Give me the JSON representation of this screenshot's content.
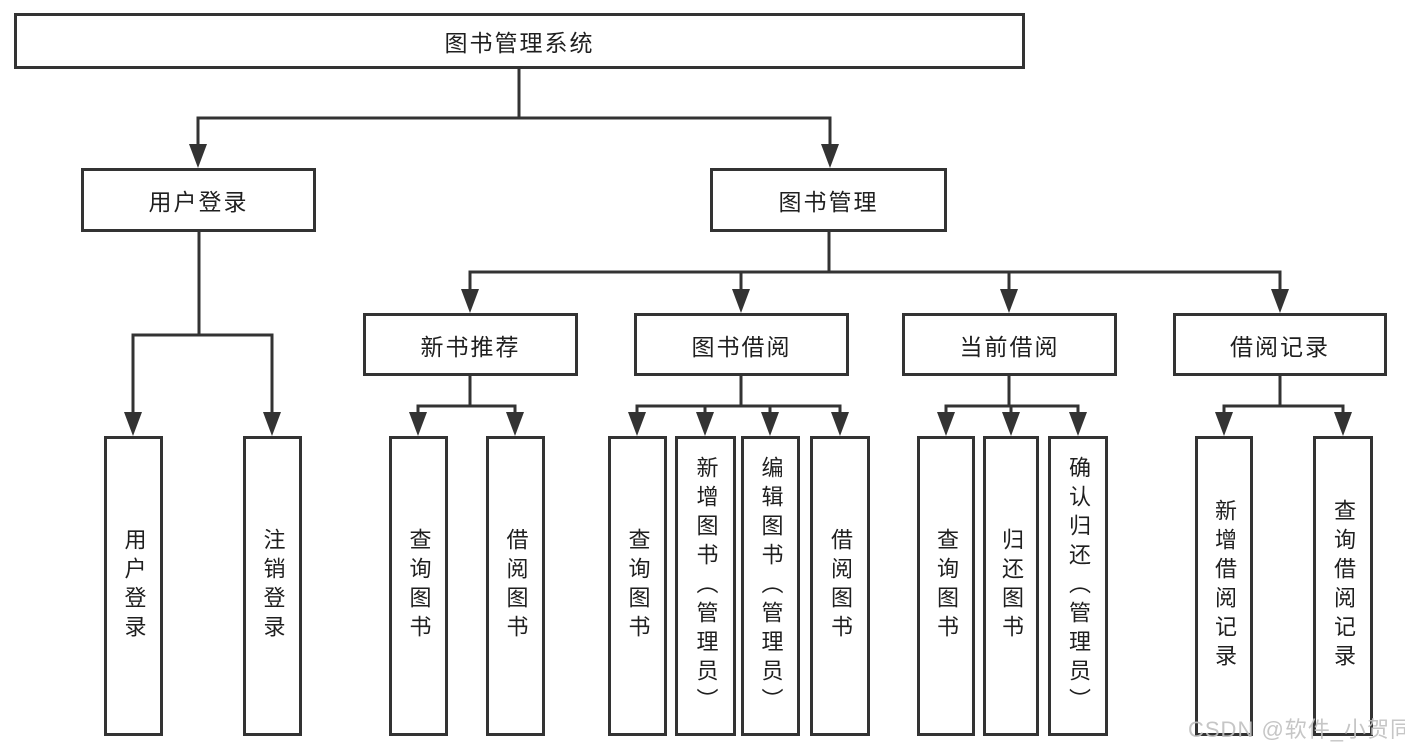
{
  "diagram": {
    "title": "图书管理系统",
    "colors": {
      "line": "#333333",
      "text": "#1f1f1f",
      "background": "#ffffff",
      "watermark": "#c1c1c1"
    },
    "nodes": {
      "root": {
        "label": "图书管理系统"
      },
      "user_login": {
        "label": "用户登录"
      },
      "book_mgmt": {
        "label": "图书管理"
      },
      "new_book_rec": {
        "label": "新书推荐"
      },
      "book_borrow": {
        "label": "图书借阅"
      },
      "current_borrow": {
        "label": "当前借阅"
      },
      "borrow_record": {
        "label": "借阅记录"
      },
      "leaf_user_login": {
        "label": "用户登录"
      },
      "leaf_logout": {
        "label": "注销登录"
      },
      "leaf_nbr_query": {
        "label": "查询图书"
      },
      "leaf_nbr_borrow": {
        "label": "借阅图书"
      },
      "leaf_bb_query": {
        "label": "查询图书"
      },
      "leaf_bb_add": {
        "label": "新增图书（管理员）"
      },
      "leaf_bb_edit": {
        "label": "编辑图书（管理员）"
      },
      "leaf_bb_borrow": {
        "label": "借阅图书"
      },
      "leaf_cb_query": {
        "label": "查询图书"
      },
      "leaf_cb_return": {
        "label": "归还图书"
      },
      "leaf_cb_confirm": {
        "label": "确认归还（管理员）"
      },
      "leaf_br_add": {
        "label": "新增借阅记录"
      },
      "leaf_br_query": {
        "label": "查询借阅记录"
      }
    },
    "watermark": {
      "text": "CSDN @软件_小贺同学"
    }
  }
}
